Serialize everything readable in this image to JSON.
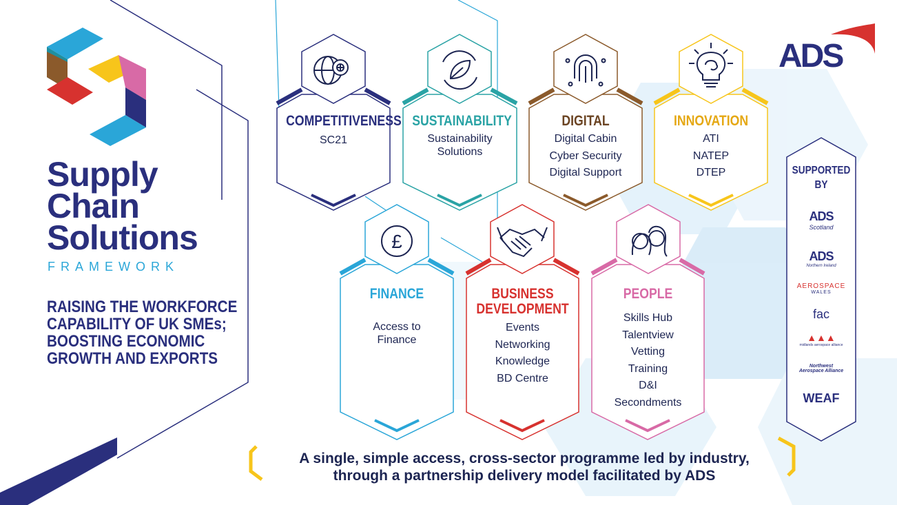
{
  "brand": {
    "title_lines": [
      "Supply",
      "Chain",
      "Solutions"
    ],
    "subtitle": "FRAMEWORK",
    "tagline_lines": [
      "RAISING THE WORKFORCE",
      "CAPABILITY OF UK SMEs;",
      "BOOSTING ECONOMIC",
      "GROWTH AND EXPORTS"
    ],
    "colors": {
      "navy": "#2a2f7d",
      "cyan": "#2aa6d8",
      "yellow": "#f7c51b",
      "red": "#d7322f",
      "pink": "#d86aa6",
      "brown": "#8b5a2b"
    }
  },
  "ads_logo": {
    "text": "ADS"
  },
  "pillars": [
    {
      "title": "COMPETITIVENESS",
      "items": [
        "SC21"
      ],
      "icon": "globe-gear-icon",
      "color": "#2a2f7d",
      "title_color": "#2a2f7d"
    },
    {
      "title": "SUSTAINABILITY",
      "items": [
        "Sustainability",
        "Solutions"
      ],
      "icon": "leaf-cycle-icon",
      "color": "#2aa3a5",
      "title_color": "#2aa3a5"
    },
    {
      "title": "DIGITAL",
      "items": [
        "Digital Cabin",
        "Cyber Security",
        "Digital Support"
      ],
      "icon": "fingerprint-circuit-icon",
      "color": "#8b5a2b",
      "title_color": "#6b4423"
    },
    {
      "title": "INNOVATION",
      "items": [
        "ATI",
        "NATEP",
        "DTEP"
      ],
      "icon": "lightbulb-brain-icon",
      "color": "#f7c51b",
      "title_color": "#e5a814"
    },
    {
      "title": "FINANCE",
      "items": [
        "Access to",
        "Finance"
      ],
      "icon": "pound-icon",
      "color": "#2aa6d8",
      "title_color": "#2aa6d8"
    },
    {
      "title_lines": [
        "BUSINESS",
        "DEVELOPMENT"
      ],
      "items": [
        "Events",
        "Networking",
        "Knowledge",
        "BD Centre"
      ],
      "icon": "handshake-icon",
      "color": "#d7322f",
      "title_color": "#d7322f"
    },
    {
      "title": "PEOPLE",
      "items": [
        "Skills Hub",
        "Talentview",
        "Vetting",
        "Training",
        "D&I",
        "Secondments"
      ],
      "icon": "people-icon",
      "color": "#d86aa6",
      "title_color": "#d86aa6"
    }
  ],
  "supported": {
    "heading_lines": [
      "SUPPORTED",
      "BY"
    ],
    "logos": [
      {
        "name": "ADS",
        "sub": "Scotland"
      },
      {
        "name": "ADS",
        "sub": "Northern Ireland"
      },
      {
        "name": "AEROSPACE",
        "sub": "WALES"
      },
      {
        "name": "fac",
        "sub": ""
      },
      {
        "name": "",
        "sub": "midlands aerospace alliance"
      },
      {
        "name": "Northwest",
        "sub": "Aerospace Alliance"
      },
      {
        "name": "WEAF",
        "sub": ""
      }
    ]
  },
  "bottom": {
    "lines": [
      "A single, simple access, cross-sector programme led by industry,",
      "through a partnership delivery model facilitated by ADS"
    ]
  }
}
